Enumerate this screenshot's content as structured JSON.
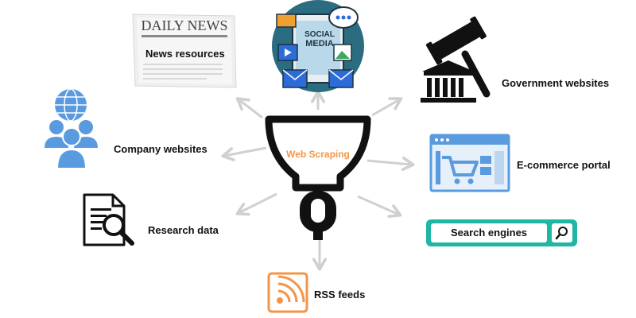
{
  "center": {
    "label": "Web Scraping",
    "color": "#f2954a"
  },
  "sources": {
    "news": {
      "label": "News resources",
      "masthead": "DAILY NEWS"
    },
    "social": {
      "badge_line1": "SOCIAL",
      "badge_line2": "MEDIA"
    },
    "government": {
      "label": "Government websites"
    },
    "company": {
      "label": "Company websites"
    },
    "ecommerce": {
      "label": "E-commerce portal"
    },
    "research": {
      "label": "Research data"
    },
    "search": {
      "label": "Search engines"
    },
    "rss": {
      "label": "RSS feeds"
    }
  },
  "colors": {
    "funnel": "#111111",
    "arrow": "#d0d0d0",
    "people": "#5a9be0",
    "search_frame": "#1fb6a4",
    "rss": "#f2954a",
    "social_bg": "#2b6c80"
  },
  "icons": [
    "newspaper-icon",
    "social-media-icon",
    "gavel-icon",
    "people-globe-icon",
    "shopping-cart-icon",
    "document-search-icon",
    "search-icon",
    "rss-icon"
  ]
}
